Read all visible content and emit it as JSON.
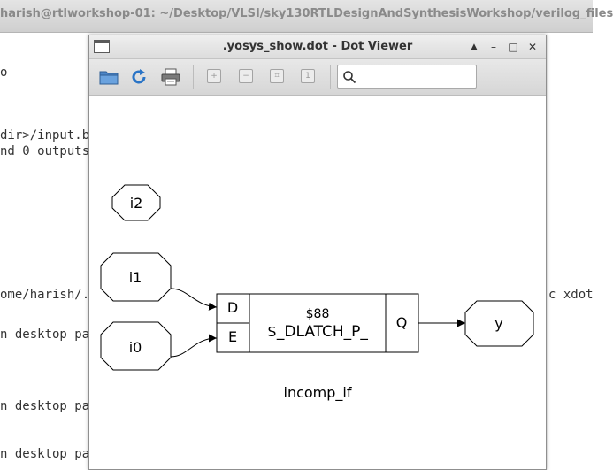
{
  "terminal": {
    "title": "harish@rtlworkshop-01: ~/Desktop/VLSI/sky130RTLDesignAndSynthesisWorkshop/verilog_files",
    "lines": {
      "l1": "o",
      "l2": "dir>/input.b",
      "l3": "nd 0 outputs",
      "l4": "ome/harish/.",
      "l4_right": "c xdot",
      "l5": "n desktop pa",
      "l6": "n desktop pa",
      "l7": "n desktop pa"
    }
  },
  "viewer": {
    "title": ".yosys_show.dot - Dot Viewer",
    "window_buttons": {
      "up": "▲",
      "minimize": "–",
      "maximize": "□",
      "close": "✕"
    },
    "toolbar": {
      "open_icon": "folder-icon",
      "reload_icon": "refresh-icon",
      "print_icon": "printer-icon",
      "zoom_in_icon": "zoom-in-icon",
      "zoom_out_icon": "zoom-out-icon",
      "zoom_fit_icon": "zoom-fit-icon",
      "zoom_100_icon": "zoom-100-icon",
      "search_placeholder": "",
      "search_value": ""
    },
    "graph": {
      "nodes": {
        "i2": "i2",
        "i1": "i1",
        "i0": "i0",
        "y": "y"
      },
      "cell": {
        "id": "$88",
        "type": "$_DLATCH_P_",
        "port_d": "D",
        "port_e": "E",
        "port_q": "Q"
      },
      "caption": "incomp_if"
    }
  }
}
